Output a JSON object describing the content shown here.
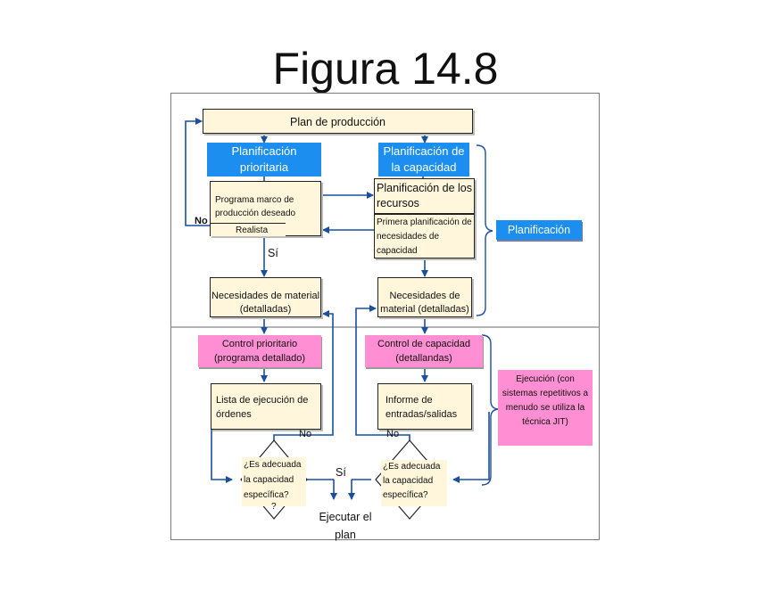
{
  "slide": {
    "title": "Figura 14.8"
  },
  "diagram": {
    "plan_produccion": "Plan de producción",
    "planificacion_prioritaria": "Planificación prioritaria",
    "planificacion_capacidad": "Planificación de la capacidad",
    "programa_marco": "Programa marco de producción deseado",
    "realista": "Realista",
    "planificacion_recursos": "Planificación de los recursos",
    "primera_planificacion": "Primera planificación de necesidades de capacidad",
    "necesidades_material_izq": "Necesidades de material (detalladas)",
    "necesidades_material_der": "Necesidades de material (detalladas)",
    "planificacion": "Planificación",
    "control_prioritario": "Control prioritario (programa detallado)",
    "control_capacidad": "Control de capacidad (detallandas)",
    "lista_ejecucion": "Lista de ejecución de órdenes",
    "informe_entradas": "Informe de entradas/salidas",
    "ejecucion": "Ejecución (con sistemas repetitivos a menudo se utiliza la técnica JIT)",
    "decision_izq": "¿Es adecuada la capacidad específica?",
    "decision_der": "¿Es adecuada la capacidad específica?",
    "ejecutar_plan": "Ejecutar el plan",
    "no_1": "No",
    "no_2": "No",
    "no_3": "No",
    "si_1": "Sí",
    "si_2": "Sí",
    "interrogacion": "?"
  }
}
